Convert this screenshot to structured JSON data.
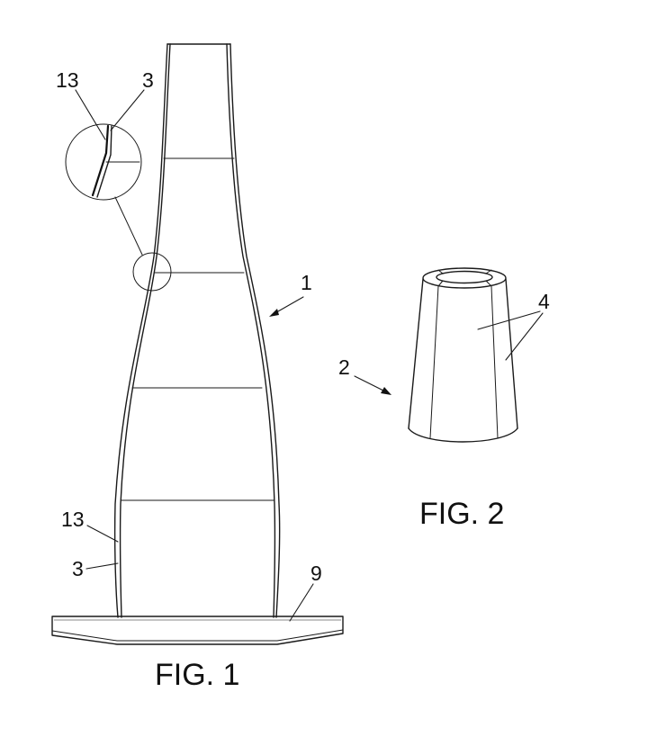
{
  "figures": {
    "fig1": {
      "caption": "FIG. 1"
    },
    "fig2": {
      "caption": "FIG. 2"
    }
  },
  "refs": {
    "fig1_tower": "1",
    "fig1_detail_13": "13",
    "fig1_detail_3": "3",
    "fig1_side_13": "13",
    "fig1_side_3": "3",
    "fig1_base": "9",
    "fig2_segment": "2",
    "fig2_panels": "4"
  }
}
